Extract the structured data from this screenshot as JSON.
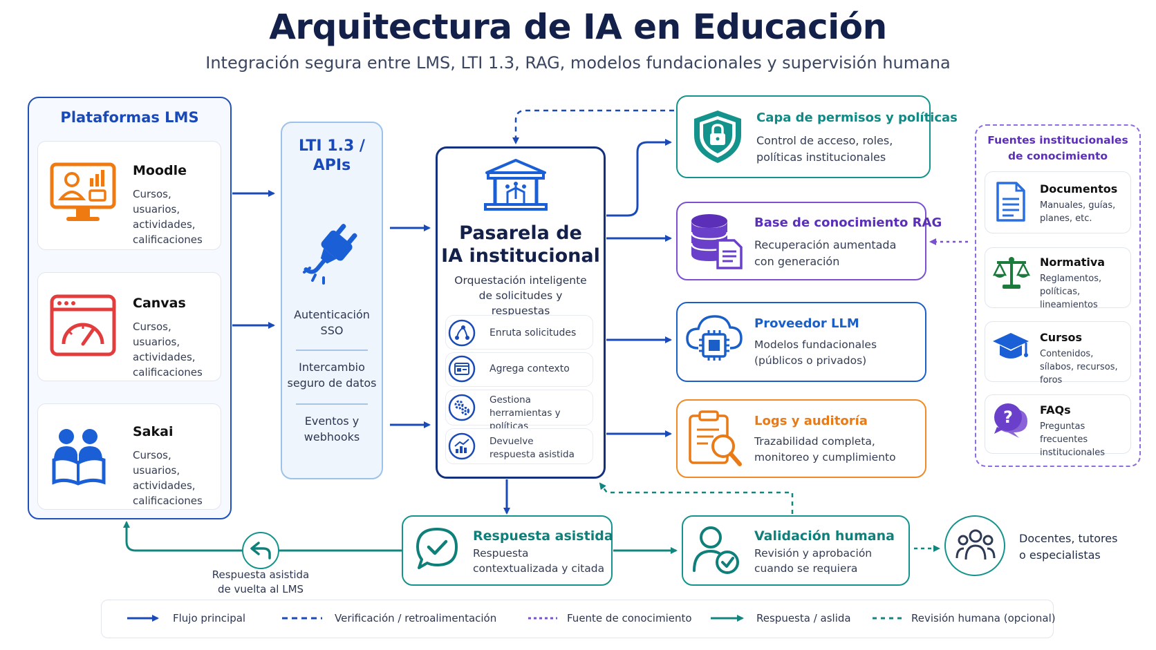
{
  "header": {
    "title": "Arquitectura de IA en Educación",
    "subtitle": "Integración segura entre LMS, LTI 1.3, RAG, modelos fundacionales y supervisión humana"
  },
  "lms": {
    "title": "Plataformas LMS",
    "platforms": [
      {
        "name": "Moodle",
        "desc": "Cursos, usuarios, actividades, calificaciones",
        "icon": "monitor-user-icon"
      },
      {
        "name": "Canvas",
        "desc": "Cursos, usuarios, actividades, calificaciones",
        "icon": "browser-gauge-icon"
      },
      {
        "name": "Sakai",
        "desc": "Cursos, usuarios, actividades, calificaciones",
        "icon": "users-book-icon"
      }
    ]
  },
  "lti": {
    "title_line1": "LTI 1.3 /",
    "title_line2": "APIs",
    "items": [
      "Autenticación SSO",
      "Intercambio seguro de datos",
      "Eventos y webhooks"
    ]
  },
  "gateway": {
    "title_line1": "Pasarela de",
    "title_line2": "IA institucional",
    "desc": "Orquestación inteligente de solicitudes y respuestas",
    "functions": [
      {
        "label": "Enruta solicitudes",
        "icon": "route-icon"
      },
      {
        "label": "Agrega contexto",
        "icon": "context-icon"
      },
      {
        "label": "Gestiona herramientas y políticas",
        "icon": "gears-icon"
      },
      {
        "label": "Devuelve respuesta asistida",
        "icon": "chart-up-icon"
      }
    ]
  },
  "services": [
    {
      "title": "Capa de permisos y políticas",
      "desc": "Control de acceso, roles, políticas institucionales",
      "color": "#0f8a84",
      "icon": "shield-lock-icon"
    },
    {
      "title": "Base de conocimiento RAG",
      "desc": "Recuperación aumentada con generación",
      "color": "#6a3fc9",
      "icon": "database-doc-icon"
    },
    {
      "title": "Proveedor LLM",
      "desc": "Modelos fundacionales (públicos o privados)",
      "color": "#1a5fc8",
      "icon": "cloud-chip-icon"
    },
    {
      "title": "Logs y auditoría",
      "desc": "Trazabilidad completa, monitoreo y cumplimiento",
      "color": "#ea7a15",
      "icon": "clipboard-search-icon"
    }
  ],
  "sources": {
    "title": "Fuentes institucionales de conocimiento",
    "items": [
      {
        "name": "Documentos",
        "desc": "Manuales, guías, planes, etc.",
        "icon": "document-icon"
      },
      {
        "name": "Normativa",
        "desc": "Reglamentos, políticas, lineamientos",
        "icon": "scales-icon"
      },
      {
        "name": "Cursos",
        "desc": "Contenidos, sílabos, recursos, foros",
        "icon": "graduation-cap-icon"
      },
      {
        "name": "FAQs",
        "desc": "Preguntas frecuentes institucionales",
        "icon": "question-bubble-icon"
      }
    ]
  },
  "response": {
    "title": "Respuesta asistida",
    "desc": "Respuesta contextualizada y citada"
  },
  "validation": {
    "title": "Validación humana",
    "desc": "Revisión y aprobación cuando se requiera"
  },
  "experts": {
    "label": "Docentes, tutores o especialistas"
  },
  "return_label": "Respuesta asistida de vuelta al LMS",
  "legend": [
    {
      "label": "Flujo principal",
      "color": "#1a49b8",
      "style": "solid"
    },
    {
      "label": "Verificación / retroalimentación",
      "color": "#1a49b8",
      "style": "dashed"
    },
    {
      "label": "Fuente de conocimiento",
      "color": "#7b4fd1",
      "style": "dotted"
    },
    {
      "label": "Respuesta / aslida",
      "color": "#11857e",
      "style": "solid"
    },
    {
      "label": "Revisión humana (opcional)",
      "color": "#11857e",
      "style": "dashed"
    }
  ],
  "colors": {
    "primary": "#1a49b8",
    "teal": "#0f8a84",
    "purple": "#6a3fc9",
    "orange": "#ea7a15",
    "navy": "#13204a"
  }
}
